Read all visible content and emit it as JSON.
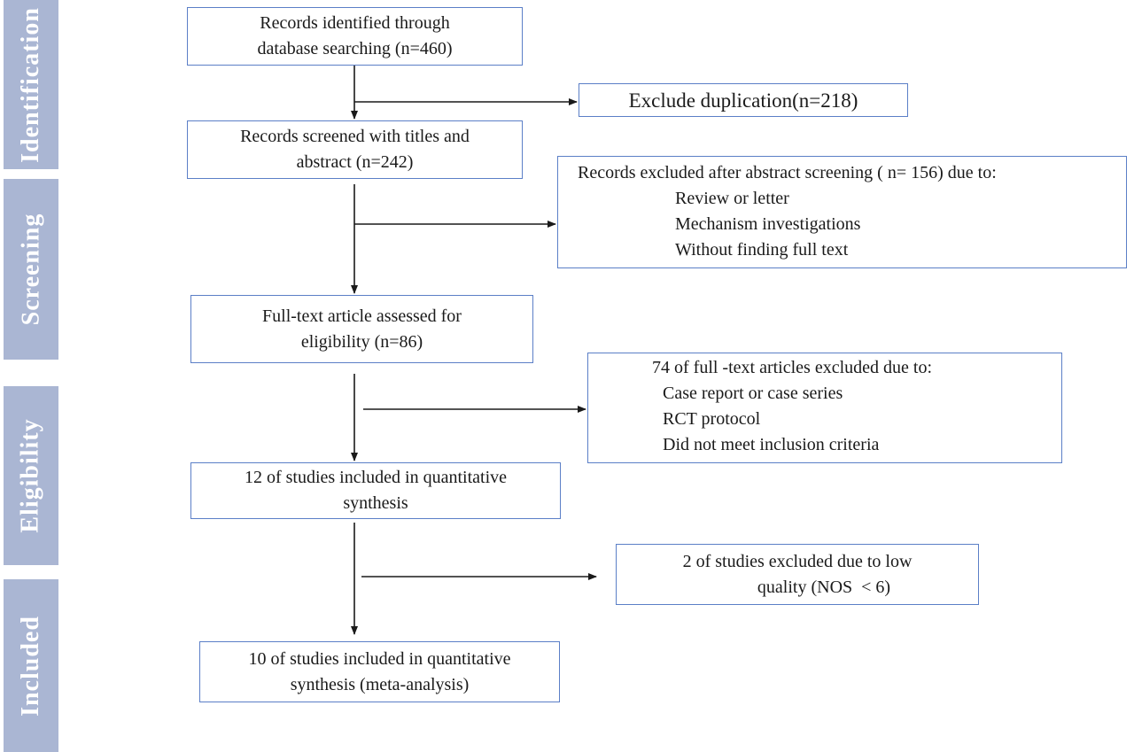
{
  "stages": [
    {
      "id": "identification",
      "label": "Identification"
    },
    {
      "id": "screening",
      "label": "Screening"
    },
    {
      "id": "eligibility",
      "label": "Eligibility"
    },
    {
      "id": "included",
      "label": "Included"
    }
  ],
  "main_boxes": {
    "identified": {
      "lines": [
        "Records identified through",
        "database searching (n=460)"
      ]
    },
    "screened": {
      "lines": [
        "Records screened with titles and",
        "abstract (n=242)"
      ]
    },
    "fulltext": {
      "lines": [
        "Full-text article assessed for",
        "eligibility (n=86)"
      ]
    },
    "included12": {
      "lines": [
        "12 of studies included in quantitative",
        "synthesis"
      ]
    },
    "included10": {
      "lines": [
        "10 of studies included in quantitative",
        "synthesis (meta-analysis)"
      ]
    }
  },
  "exclusion_boxes": {
    "duplication": {
      "text": "Exclude duplication(n=218)"
    },
    "abstract": {
      "header": "Records excluded after abstract screening ( n= 156) due to:",
      "items": [
        "Review or letter",
        "Mechanism investigations",
        "Without finding full text"
      ]
    },
    "fulltext": {
      "header": "74 of full -text articles excluded due to:",
      "items": [
        "Case report or case series",
        "RCT protocol",
        "Did not meet inclusion criteria"
      ]
    },
    "quality": {
      "lines": [
        "2 of studies excluded due to low",
        "quality (NOS  < 6)"
      ]
    }
  },
  "colors": {
    "box_border": "#5b7fc7",
    "stage_fill": "#aab6d3",
    "stage_text": "#ffffff",
    "arrow": "#1a1a1a"
  }
}
